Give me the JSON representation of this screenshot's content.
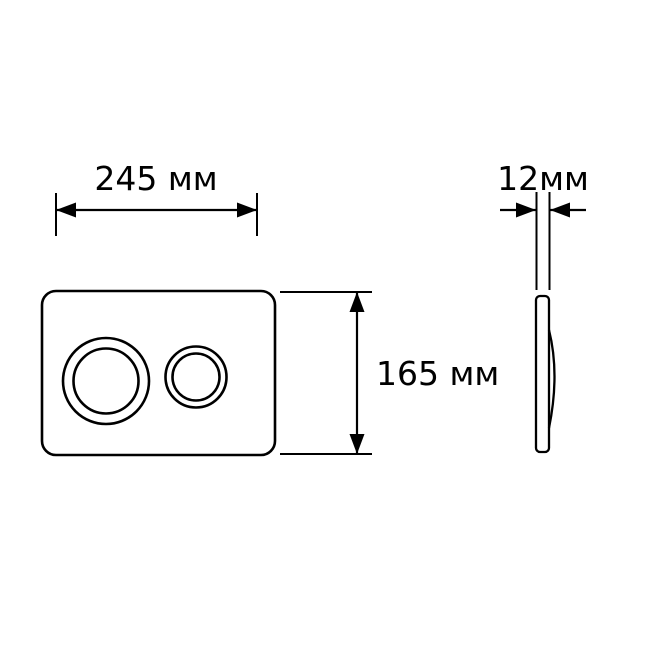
{
  "diagram": {
    "front_view": {
      "width_label": "245 мм",
      "height_label": "165 мм"
    },
    "side_view": {
      "thickness_label": "12мм"
    }
  },
  "colors": {
    "line": "#000000",
    "background": "#ffffff"
  }
}
